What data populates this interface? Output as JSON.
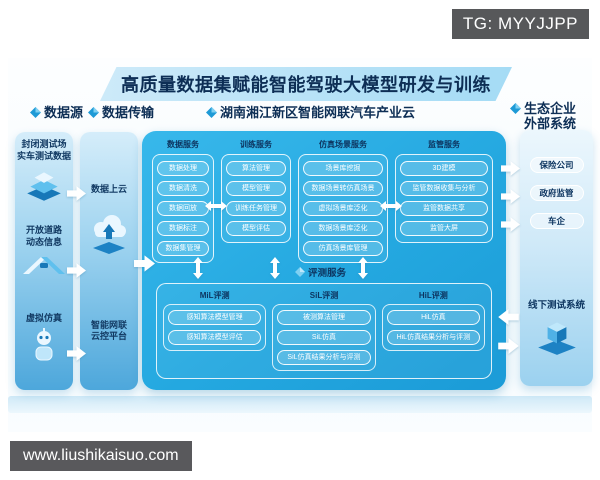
{
  "watermark_top": "TG: MYYJJPP",
  "watermark_bottom": "www.liushikaisuo.com",
  "title": "高质量数据集赋能智能驾驶大模型研发与训练",
  "sections": {
    "data_source": {
      "header": "数据源",
      "items": [
        {
          "label": "封闭测试场\n实车测试数据",
          "icon": "data-stack-icon"
        },
        {
          "label": "开放道路\n动态信息",
          "icon": "road-traffic-icon"
        },
        {
          "label": "虚拟仿真",
          "icon": "robot-icon"
        }
      ]
    },
    "data_transmission": {
      "header": "数据传输",
      "top_label": "数据上云",
      "icon": "cloud-upload-icon",
      "bottom_label": "智能网联\n云控平台"
    },
    "industry_cloud": {
      "header": "湖南湘江新区智能网联汽车产业云",
      "service_groups": [
        {
          "header": "数据服务",
          "pills": [
            "数据处理",
            "数据清洗",
            "数据回放",
            "数据标注",
            "数据集管理"
          ]
        },
        {
          "header": "训练服务",
          "pills": [
            "算法管理",
            "模型管理",
            "训练任务管理",
            "模型评估"
          ]
        },
        {
          "header": "仿真场景服务",
          "pills": [
            "场景库挖掘",
            "数据场景转仿真场景",
            "虚拟场景库泛化",
            "数据场景库泛化",
            "仿真场景库管理"
          ]
        },
        {
          "header": "监管服务",
          "pills": [
            "3D建模",
            "监管数据收集与分析",
            "监管数据共享",
            "监管大屏"
          ]
        }
      ],
      "evaluation": {
        "header": "评测服务",
        "groups": [
          {
            "header": "MiL评测",
            "pills": [
              "感知算法模型管理",
              "感知算法模型评估"
            ]
          },
          {
            "header": "SiL评测",
            "pills": [
              "被测算法管理",
              "SiL仿真",
              "SiL仿真结果分析与评测"
            ]
          },
          {
            "header": "HiL评测",
            "pills": [
              "HiL仿真",
              "HiL仿真结果分析与评测"
            ]
          }
        ]
      }
    },
    "ecosystem": {
      "header": "生态企业\n外部系统",
      "pills": [
        "保险公司",
        "政府监管",
        "车企"
      ],
      "offline_label": "线下测试系统",
      "icon": "cube-stack-icon"
    }
  },
  "colors": {
    "central_panel_blue": "#24a8e0",
    "light_panel_top": "#d5edfa",
    "light_panel_bottom": "#4da7db",
    "navy_text": "#0d2e55",
    "banner_blue": "#b5e1f6",
    "watermark_gray": "#58595b"
  }
}
